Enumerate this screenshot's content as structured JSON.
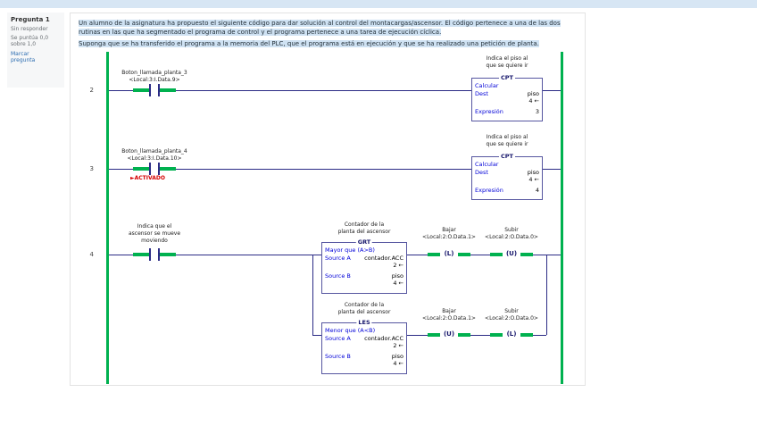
{
  "sidebar": {
    "title": "Pregunta 1",
    "status": "Sin responder",
    "points1": "Se puntúa 0,0",
    "points2": "sobre 1,0",
    "flag1": "Marcar",
    "flag2": "pregunta"
  },
  "question": {
    "p1": "Un alumno de la asignatura ha propuesto el siguiente código para dar solución al control del montacargas/ascensor. El código pertenece a una de las dos rutinas en las que ha segmentado el programa de control y el programa pertenece a una tarea de ejecución cíclica.",
    "p2": "Suponga que se ha transferido el programa a la memoria del PLC, que el programa está en ejecución y que se ha realizado una petición de planta."
  },
  "ladder": {
    "colors": {
      "rail_green": "#00b14f",
      "wire_navy": "#2b2b85",
      "keyword_blue": "#0000d8",
      "active_red": "#d60000"
    },
    "rung2": {
      "number": "2",
      "contact_desc": "Boton_llamada_planta_3",
      "contact_tag": "<Local:3:I.Data.9>",
      "caption1": "Indica el piso al",
      "caption2": "que se quiere ir",
      "block": {
        "title": "CPT",
        "op": "Calcular",
        "dest": "Dest",
        "dest_tag": "piso",
        "dest_val": "4 ←",
        "expr": "Expresión",
        "expr_val": "3"
      }
    },
    "rung3": {
      "number": "3",
      "contact_desc": "Boton_llamada_planta_4",
      "contact_tag": "<Local:3:I.Data.10>",
      "active": "►ACTIVADO",
      "caption1": "Indica el piso al",
      "caption2": "que se quiere ir",
      "block": {
        "title": "CPT",
        "op": "Calcular",
        "dest": "Dest",
        "dest_tag": "piso",
        "dest_val": "4 ←",
        "expr": "Expresión",
        "expr_val": "4"
      }
    },
    "rung4": {
      "number": "4",
      "contact_desc1": "Indica que el",
      "contact_desc2": "ascensor se mueve",
      "contact_tag": "moviendo",
      "grt_caption1": "Contador de la",
      "grt_caption2": "planta del ascensor",
      "grt": {
        "title": "GRT",
        "op": "Mayor que (A>B)",
        "srca": "Source A",
        "srca_tag": "contador.ACC",
        "srca_val": "2 ←",
        "srcb": "Source B",
        "srcb_tag": "piso",
        "srcb_val": "4 ←"
      },
      "les_caption1": "Contador de la",
      "les_caption2": "planta del ascensor",
      "les": {
        "title": "LES",
        "op": "Menor que (A<B)",
        "srca": "Source A",
        "srca_tag": "contador.ACC",
        "srca_val": "2 ←",
        "srcb": "Source B",
        "srcb_tag": "piso",
        "srcb_val": "4 ←"
      },
      "top_coil1": {
        "desc": "Bajar",
        "tag": "<Local:2:O.Data.1>",
        "sym": "(L)"
      },
      "top_coil2": {
        "desc": "Subir",
        "tag": "<Local:2:O.Data.0>",
        "sym": "(U)"
      },
      "bot_coil1": {
        "desc": "Bajar",
        "tag": "<Local:2:O.Data.1>",
        "sym": "(U)"
      },
      "bot_coil2": {
        "desc": "Subir",
        "tag": "<Local:2:O.Data.0>",
        "sym": "(L)"
      }
    }
  }
}
